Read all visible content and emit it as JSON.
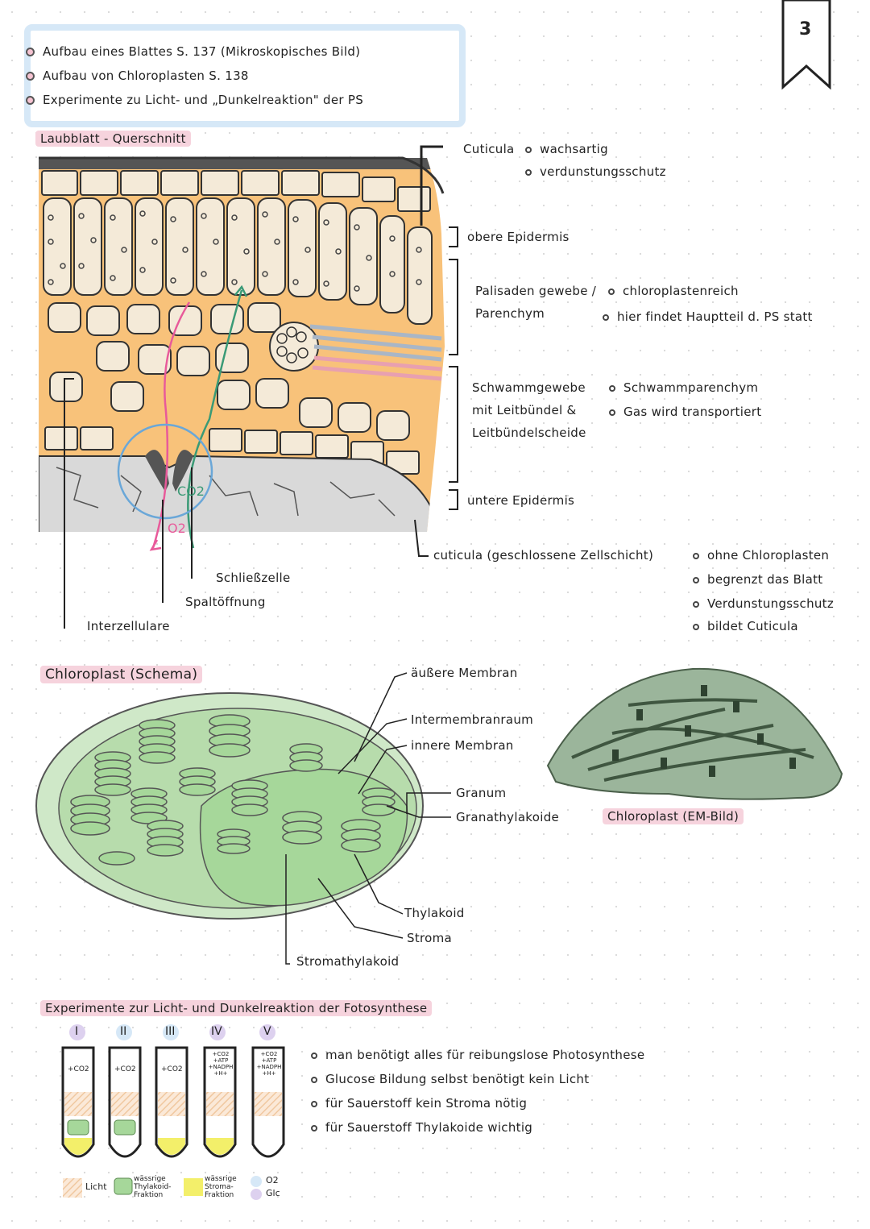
{
  "page_number": "3",
  "topics": [
    {
      "text": "Aufbau eines Blattes  S. 137  (Mikroskopisches Bild)"
    },
    {
      "text": "Aufbau von Chloroplasten  S. 138"
    },
    {
      "text": "Experimente zu Licht- und „Dunkelreaktion\" der PS"
    }
  ],
  "leaf_section": {
    "title": "Laubblatt - Querschnitt",
    "cuticula_top": "Cuticula",
    "cuticula_top_notes": [
      "wachsartig",
      "verdunstungsschutz"
    ],
    "obere_epidermis": "obere Epidermis",
    "palisade": "Palisaden gewebe /",
    "palisade_2": "Parenchym",
    "palisade_notes": [
      "chloroplastenreich",
      "hier findet Hauptteil d. PS statt"
    ],
    "schwamm_1": "Schwammgewebe",
    "schwamm_2": "mit Leitbündel &",
    "schwamm_3": "Leitbündelscheide",
    "schwamm_notes": [
      "Schwammparenchym",
      "Gas wird transportiert"
    ],
    "untere_epidermis": "untere Epidermis",
    "cuticula_bottom": "cuticula (geschlossene Zellschicht)",
    "cuticula_bottom_notes": [
      "ohne Chloroplasten",
      "begrenzt das Blatt",
      "Verdunstungsschutz",
      "bildet Cuticula"
    ],
    "schliesszelle": "Schließzelle",
    "spaltoeffnung": "Spaltöffnung",
    "interzellulare": "Interzellulare",
    "co2": "CO2",
    "o2": "O2"
  },
  "chloroplast": {
    "title": "Chloroplast (Schema)",
    "labels": {
      "aeussere_membran": "äußere Membran",
      "intermembranraum": "Intermembranraum",
      "innere_membran": "innere Membran",
      "granum": "Granum",
      "granathylakoide": "Granathylakoide",
      "thylakoid": "Thylakoid",
      "stroma": "Stroma",
      "stromathylakoid": "Stromathylakoid"
    },
    "em_label": "Chloroplast (EM-Bild)"
  },
  "experiments": {
    "title": "Experimente zur Licht- und Dunkelreaktion der Fotosynthese",
    "tubes": [
      {
        "numeral": "I",
        "content": "+CO2"
      },
      {
        "numeral": "II",
        "content": "+CO2"
      },
      {
        "numeral": "III",
        "content": "+CO2"
      },
      {
        "numeral": "IV",
        "content": "+CO2 +ATP +NADPH +H+"
      },
      {
        "numeral": "V",
        "content": "+CO2 +ATP +NADPH +H+"
      }
    ],
    "legend": {
      "licht": "Licht",
      "thylakoid": "wässrige Thylakoid-Fraktion",
      "stroma": "wässrige Stroma-Fraktion",
      "o2": "O2",
      "glc": "Glc"
    },
    "notes": [
      "man benötigt alles für reibungslose Photosynthese",
      "Glucose Bildung selbst benötigt kein Licht",
      "für Sauerstoff kein Stroma nötig",
      "für Sauerstoff Thylakoide wichtig"
    ]
  },
  "colors": {
    "mesophyll": "#f8c27a",
    "cell": "#f4ead8",
    "chloroplast_green": "#a6d79a",
    "highlight_pink": "#f6d3dd",
    "box_blue": "#d6e8f7"
  }
}
